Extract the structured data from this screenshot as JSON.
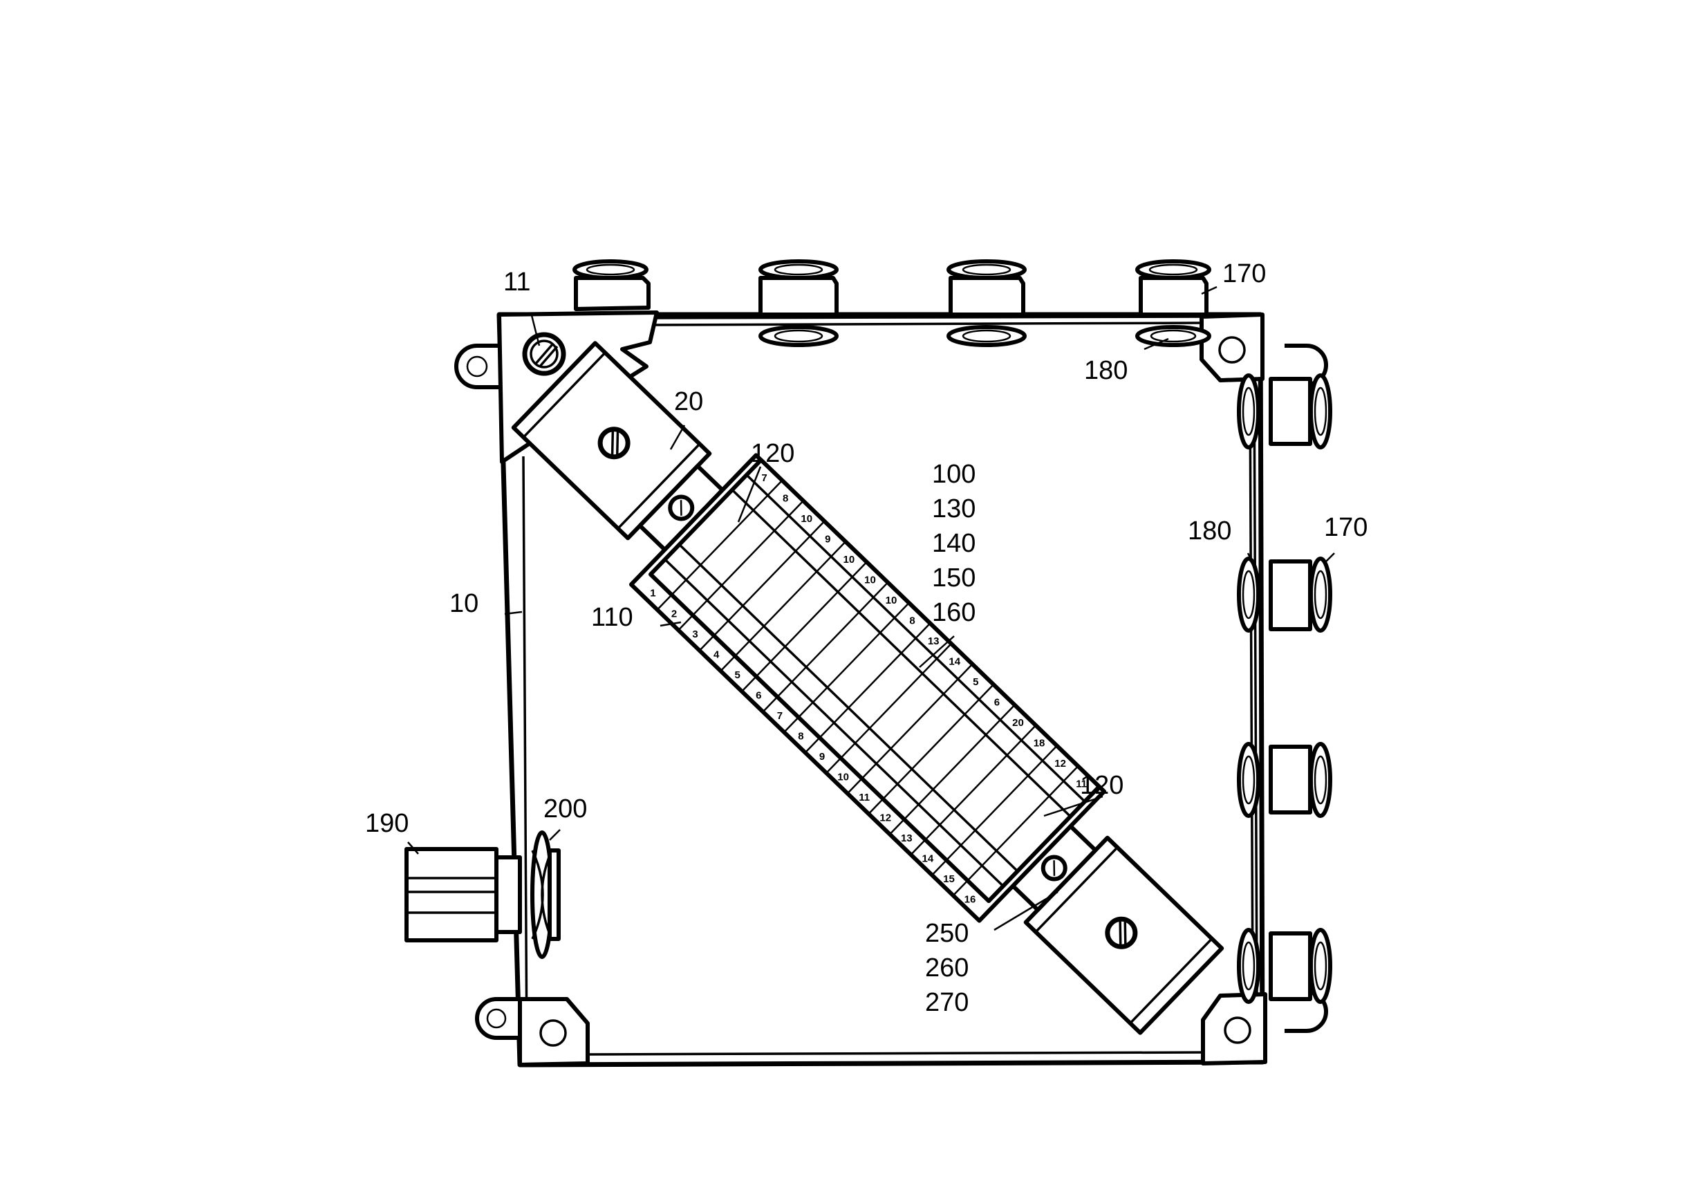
{
  "figure": {
    "reference_labels": {
      "enclosure_corner": "11",
      "enclosure": "10",
      "mounting_rail": "20",
      "end_bracket_top": "120",
      "end_bracket_bottom": "120",
      "terminal_block_side": "110",
      "block_stack": [
        "100",
        "130",
        "140",
        "150",
        "160"
      ],
      "gland_top": "170",
      "nut_top": "180",
      "gland_right": "170",
      "nut_right": "180",
      "cable_connector": "190",
      "locknut_left": "200",
      "screw_stack": [
        "250",
        "260",
        "270"
      ]
    },
    "terminal_numbers": {
      "lower_row": [
        "1",
        "2",
        "3",
        "4",
        "5",
        "6",
        "7",
        "8",
        "9",
        "10",
        "11",
        "12",
        "13",
        "14",
        "15",
        "16"
      ],
      "upper_row": [
        "7",
        "8",
        "10",
        "9",
        "10",
        "10",
        "10",
        "8",
        "13",
        "14",
        "5",
        "6",
        "20",
        "18",
        "12",
        "11"
      ]
    }
  }
}
